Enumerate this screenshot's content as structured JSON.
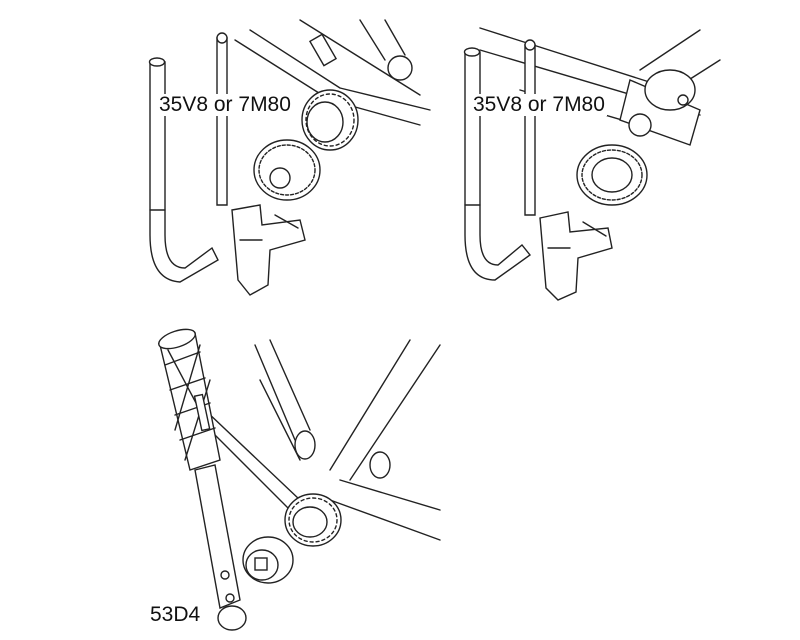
{
  "panels": [
    {
      "label": "35V8 or 7M80"
    },
    {
      "label": "35V8 or 7M80"
    },
    {
      "label": "53D4"
    }
  ]
}
